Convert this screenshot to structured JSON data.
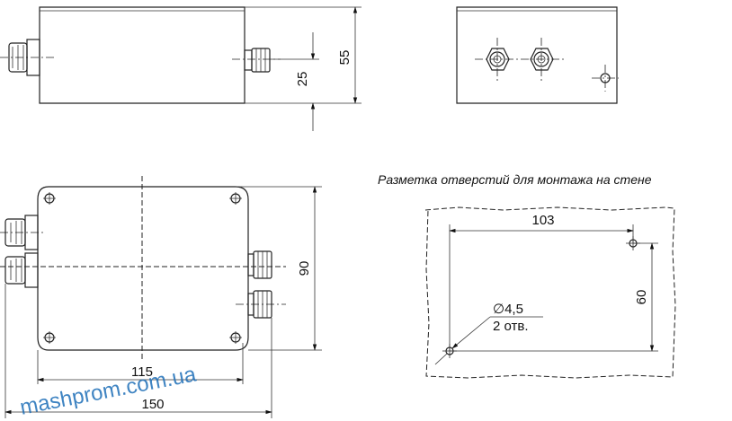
{
  "dimensions": {
    "top_height_total": "55",
    "top_height_port": "25",
    "plan_width_holes": "115",
    "plan_width_total": "150",
    "plan_height": "90",
    "marking_width": "103",
    "marking_height": "60",
    "hole_diameter": "∅4,5",
    "hole_count": "2 отв."
  },
  "caption": "Разметка отверстий для монтажа на стене",
  "watermark": "mashprom.com.ua"
}
